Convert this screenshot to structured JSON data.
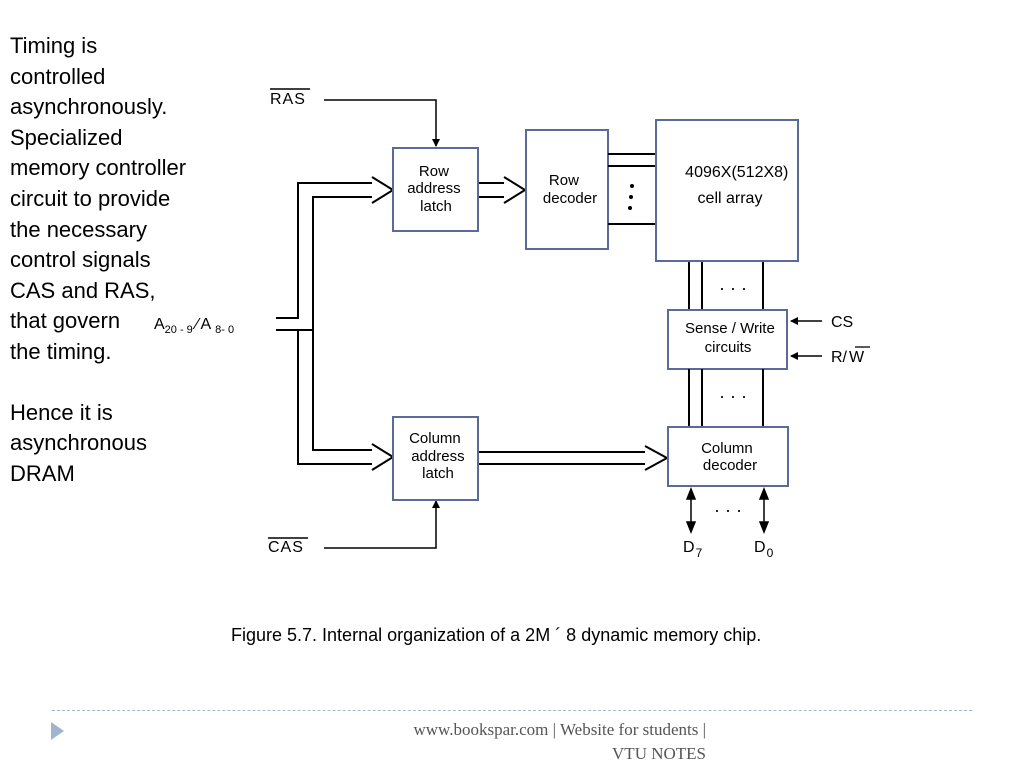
{
  "side_text": {
    "lines": [
      "Timing is",
      "controlled",
      "asynchronously.",
      "Specialized",
      "memory controller",
      "circuit to provide",
      "the necessary",
      "control signals",
      "CAS and RAS,",
      "that govern",
      "the timing."
    ],
    "lines2": [
      "Hence it is",
      "asynchronous",
      "DRAM"
    ]
  },
  "diagram": {
    "ras_label": "RAS",
    "cas_label": "CAS",
    "address_label": {
      "a1": "A",
      "s1": "20 - 9",
      "slash": "⁄",
      "a2": "A",
      "s2": "8- 0"
    },
    "row_latch": [
      "Row",
      "address",
      "latch"
    ],
    "row_decoder": [
      "Row",
      "decoder"
    ],
    "cell_array": [
      "4096X(512X8)",
      "cell array"
    ],
    "sense_write": [
      "Sense / Write",
      "circuits"
    ],
    "column_latch": [
      "Column",
      "address",
      "latch"
    ],
    "column_decoder": [
      "Column",
      "decoder"
    ],
    "cs_label": "CS",
    "rw_label": {
      "r": "R/",
      "w": "W"
    },
    "d7": {
      "d": "D",
      "sub": "7"
    },
    "d0": {
      "d": "D",
      "sub": "0"
    },
    "dots": "· · ·",
    "vdots": "· · ·"
  },
  "caption": "Figure 5.7.  Internal organization of a 2M ´ 8 dynamic memory chip.",
  "footer": {
    "line1": "www.bookspar.com | Website for students |",
    "line2": "VTU NOTES"
  },
  "colors": {
    "box_border": "#5a6a9a",
    "footer_text": "#555555",
    "footer_rule": "#a8b8cc"
  }
}
